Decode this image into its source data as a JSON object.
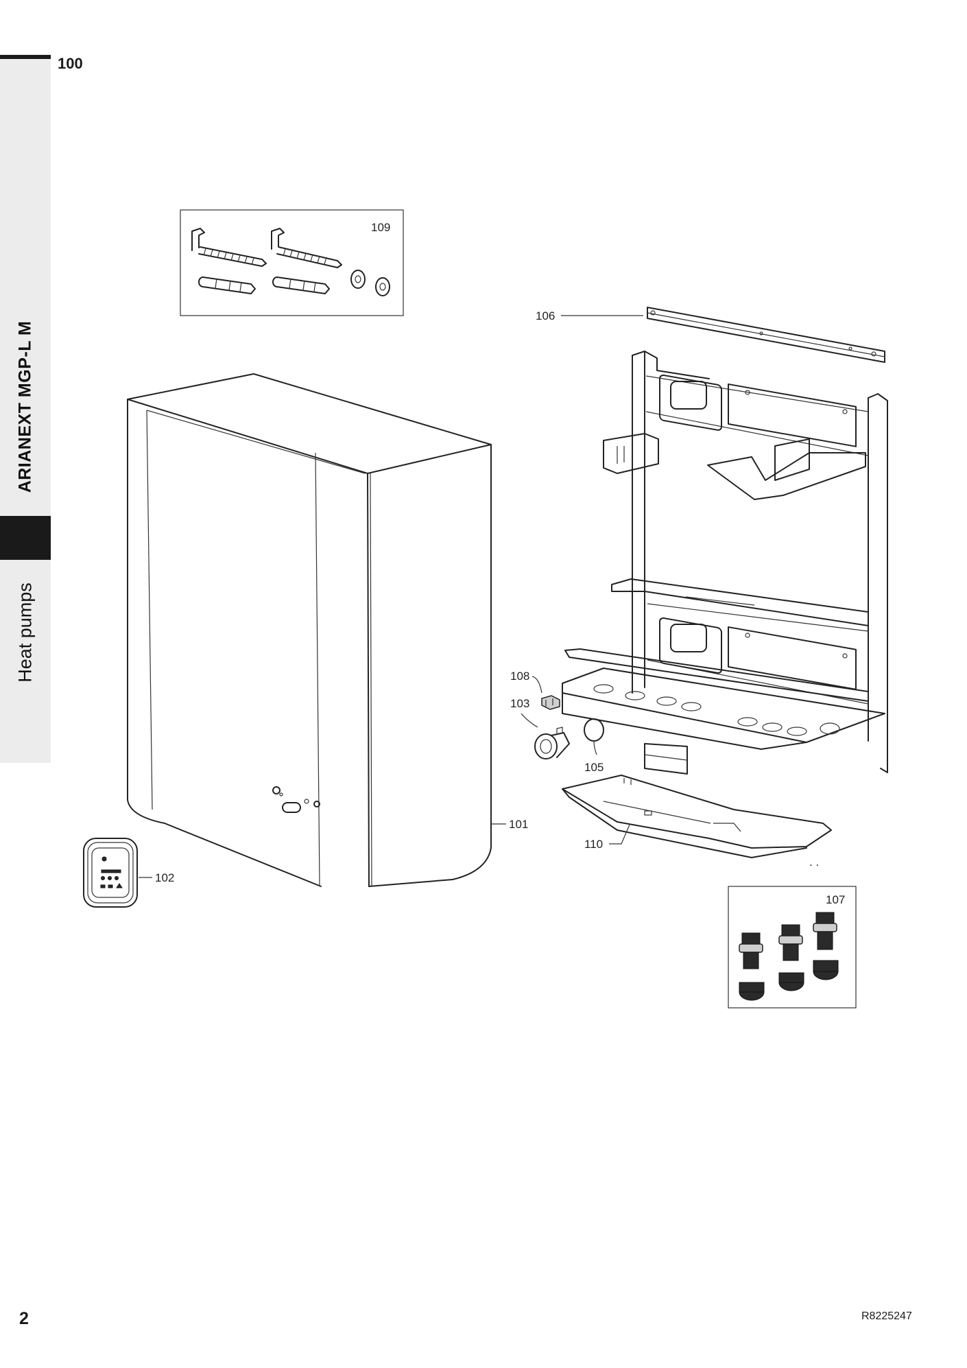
{
  "page": {
    "product_name": "ARIANEXT MGP-L M",
    "category": "Heat pumps",
    "section_ref": "100",
    "page_number": "2",
    "document_code": "R8225247"
  },
  "parts": {
    "p101": "101",
    "p102": "102",
    "p103": "103",
    "p105": "105",
    "p106": "106",
    "p107": "107",
    "p108": "108",
    "p109": "109",
    "p110": "110"
  }
}
